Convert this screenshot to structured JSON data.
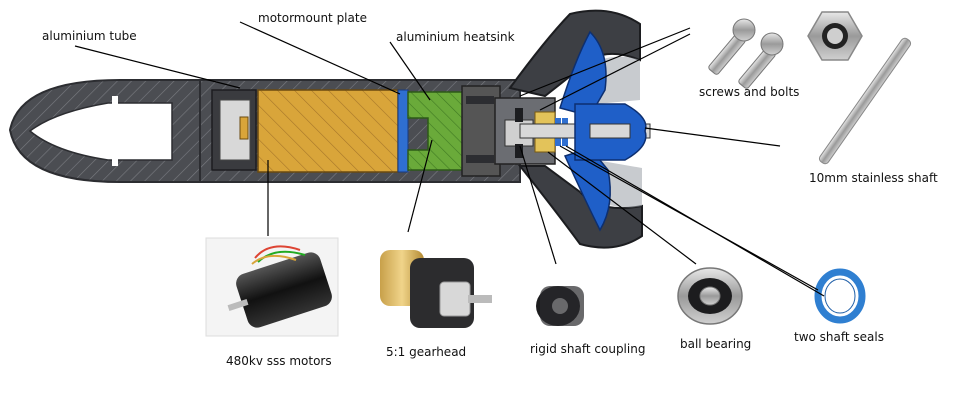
{
  "labels": {
    "aluminium_tube": "aluminium tube",
    "motormount_plate": "motormount plate",
    "aluminium_heatsink": "aluminium heatsink",
    "screws_and_bolts": "screws and bolts",
    "stainless_shaft": "10mm stainless shaft",
    "motors": "480kv sss motors",
    "gearhead": "5:1 gearhead",
    "shaft_coupling": "rigid shaft coupling",
    "ball_bearing": "ball bearing",
    "shaft_seals": "two shaft seals"
  },
  "colors": {
    "housing": "#4b4d52",
    "housing_dark": "#2c2d31",
    "motor_yellow": "#d9a53a",
    "gear_green": "#6aaa3a",
    "plate_blue": "#2f6fd1",
    "propeller_blue": "#1f5fc8",
    "duct_dark": "#3d3f44",
    "leader_line": "#000000"
  }
}
